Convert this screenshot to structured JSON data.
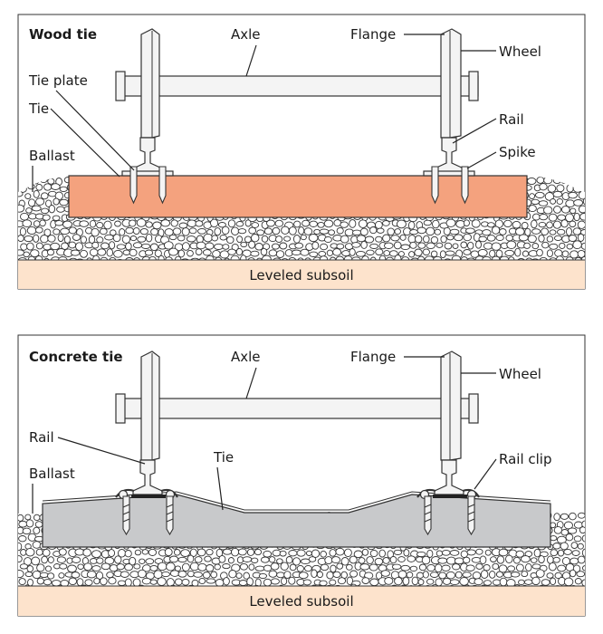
{
  "panels": [
    {
      "title": "Wood tie",
      "subsoil": "Leveled subsoil",
      "labels": {
        "axle": "Axle",
        "flange": "Flange",
        "wheel": "Wheel",
        "tie_plate": "Tie plate",
        "tie": "Tie",
        "rail": "Rail",
        "ballast": "Ballast",
        "spike": "Spike"
      }
    },
    {
      "title": "Concrete tie",
      "subsoil": "Leveled subsoil",
      "labels": {
        "axle": "Axle",
        "flange": "Flange",
        "wheel": "Wheel",
        "rail": "Rail",
        "tie": "Tie",
        "ballast": "Ballast",
        "rail_clip": "Rail clip"
      }
    }
  ],
  "colors": {
    "wood_tie": "#f4a27e",
    "concrete_tie": "#c8c9cb",
    "subsoil": "#fde3cc",
    "steel": "#f4f4f4",
    "ballast_stone": "#ffffff",
    "ballast_outline": "#333333"
  }
}
